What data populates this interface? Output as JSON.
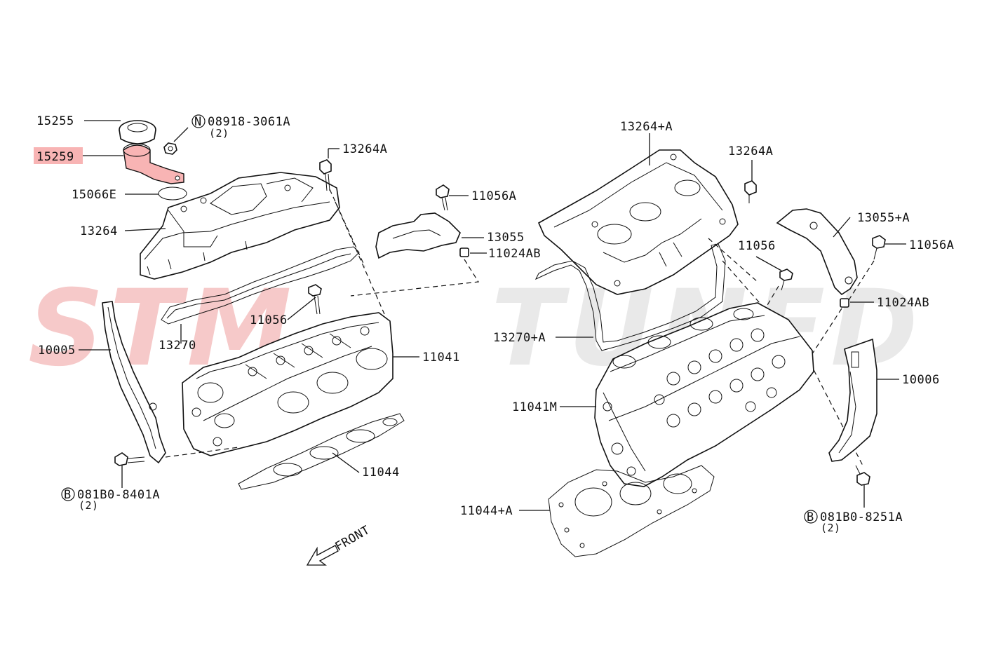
{
  "watermark": {
    "left": "STM",
    "right": "TUNED",
    "left_color": "#f6c9c9",
    "right_color": "#e9e9e9"
  },
  "highlight_color": "#f8b4b4",
  "parts": {
    "p15255": "15255",
    "p15259": "15259",
    "p15066E": "15066E",
    "p13264": "13264",
    "p08918": "08918-3061A",
    "p08918_qty": "(2)",
    "p08918_prefix": "N",
    "p13264A_left": "13264A",
    "p11056A_left": "11056A",
    "p13055": "13055",
    "p11024AB_left": "11024AB",
    "p11056_left": "11056",
    "p13270": "13270",
    "p10005": "10005",
    "p11041": "11041",
    "p11044": "11044",
    "p081B0_8401A": "081B0-8401A",
    "p081B0_8401A_qty": "(2)",
    "p081B0_8401A_prefix": "B",
    "front_label": "FRONT",
    "p13264_plus_A": "13264+A",
    "p13264A_right": "13264A",
    "p13055_plus_A": "13055+A",
    "p11056_right": "11056",
    "p11056A_right": "11056A",
    "p11024AB_right": "11024AB",
    "p13270_plus_A": "13270+A",
    "p10006": "10006",
    "p11041M": "11041M",
    "p11044_plus_A": "11044+A",
    "p081B0_8251A": "081B0-8251A",
    "p081B0_8251A_qty": "(2)",
    "p081B0_8251A_prefix": "B"
  }
}
